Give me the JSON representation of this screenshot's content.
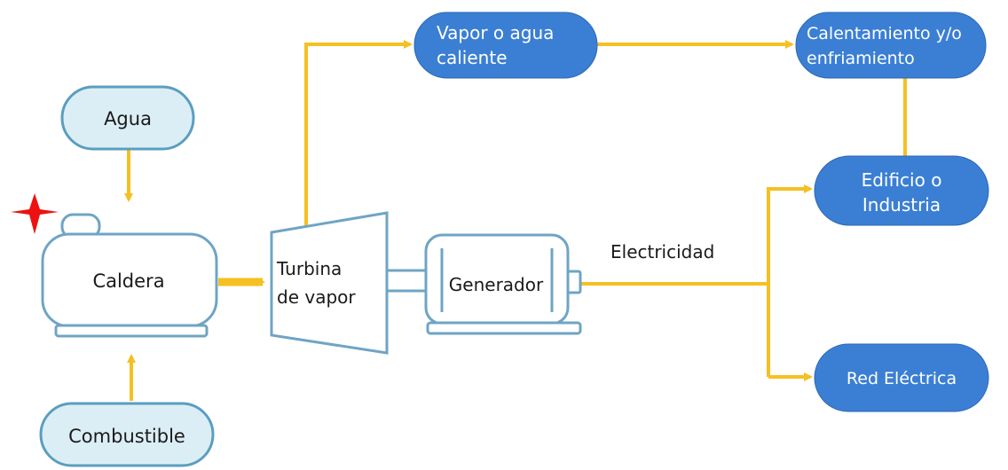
{
  "nodes": {
    "agua": "Agua",
    "combustible": "Combustible",
    "caldera": "Caldera",
    "turbina_line1": "Turbina",
    "turbina_line2": "de vapor",
    "generador": "Generador",
    "vapor_line1": "Vapor o agua",
    "vapor_line2": "caliente",
    "calentamiento_line1": "Calentamiento y/o",
    "calentamiento_line2": "enfriamiento",
    "edificio_line1": "Edificio o",
    "edificio_line2": "Industria",
    "red": "Red Eléctrica"
  },
  "edge_labels": {
    "electricidad": "Electricidad"
  },
  "colors": {
    "arrow": "#F5C021",
    "blue_node": "#3B7FD4",
    "light_node_fill": "#DCEEF5",
    "light_node_stroke": "#5A9EC0",
    "equipment_stroke": "#6FA4C4",
    "marker": "#EE1111"
  }
}
